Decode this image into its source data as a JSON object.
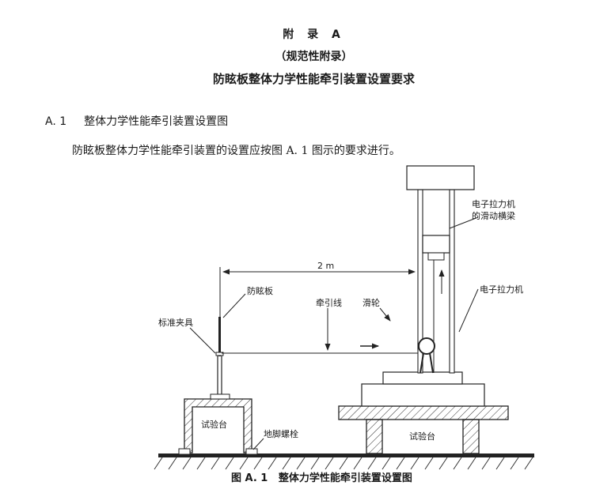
{
  "header": {
    "appendix_label": "附 录 A",
    "appendix_type": "（规范性附录）",
    "appendix_title": "防眩板整体力学性能牵引装置设置要求"
  },
  "section": {
    "number": "A. 1",
    "title": "整体力学性能牵引装置设置图"
  },
  "body_text": "防眩板整体力学性能牵引装置的设置应按图 A. 1 图示的要求进行。",
  "figure": {
    "labels": {
      "crossbeam": [
        "电子拉力机",
        "的滑动横梁"
      ],
      "distance": "2 m",
      "glare_panel": "防眩板",
      "clamp": "标准夹具",
      "traction_line": "牵引线",
      "pulley": "滑轮",
      "tensile_machine": "电子拉力机",
      "test_bench_left": "试验台",
      "anchor_bolt": "地脚螺栓",
      "test_bench_right": "试验台"
    },
    "caption": "图 A. 1   整体力学性能牵引装置设置图"
  }
}
